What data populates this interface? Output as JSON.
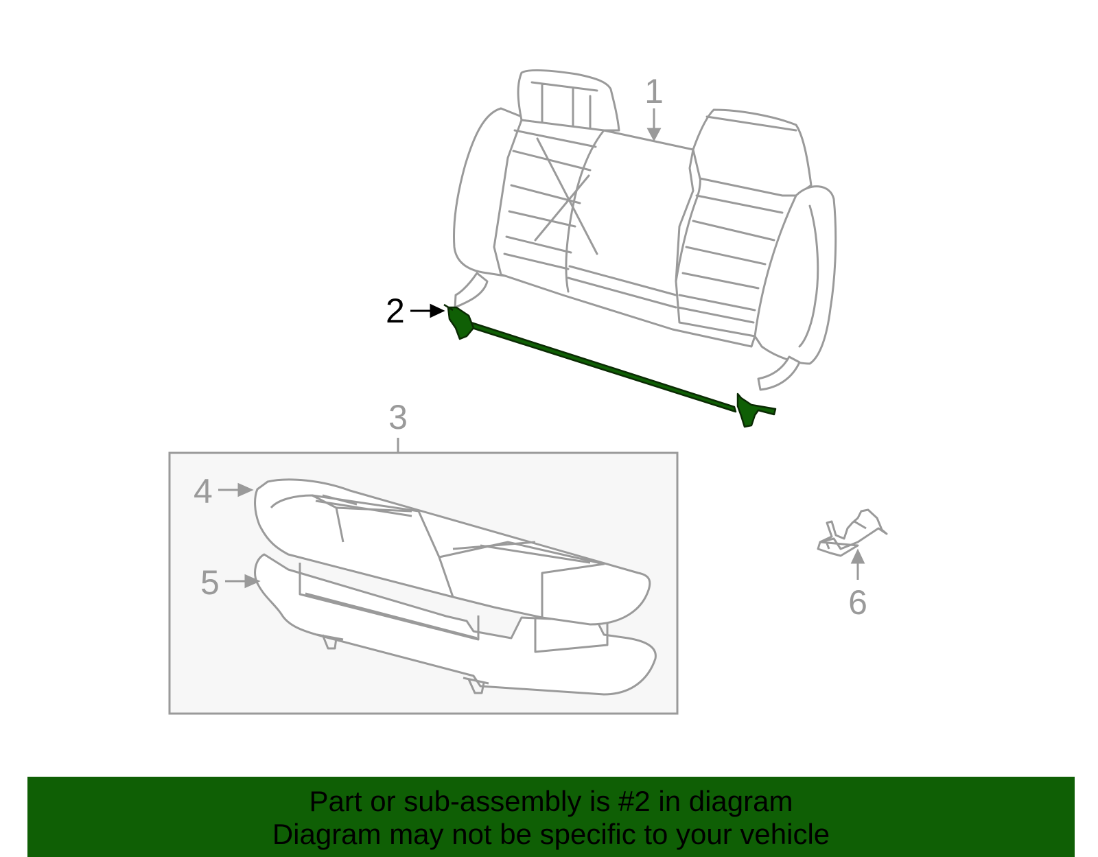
{
  "diagram": {
    "callouts": [
      {
        "id": "1",
        "label": "1"
      },
      {
        "id": "2",
        "label": "2"
      },
      {
        "id": "3",
        "label": "3"
      },
      {
        "id": "4",
        "label": "4"
      },
      {
        "id": "5",
        "label": "5"
      },
      {
        "id": "6",
        "label": "6"
      }
    ],
    "highlighted_part": "2"
  },
  "banner": {
    "line1": "Part or sub-assembly is #2 in diagram",
    "line2": "Diagram may not be specific to your vehicle"
  },
  "colors": {
    "outline": "#9a9a9a",
    "highlight": "#0f5f05",
    "banner": "#0f5f05",
    "box_fill": "#f7f7f7"
  }
}
